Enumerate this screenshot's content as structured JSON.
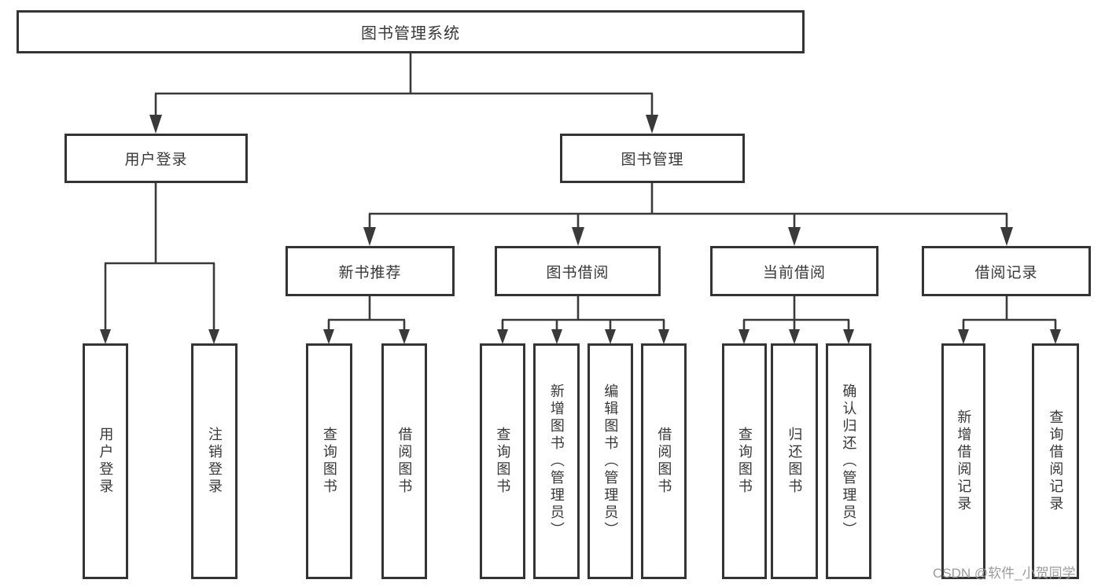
{
  "diagram": {
    "title": "图书管理系统",
    "type": "hierarchy-tree",
    "colors": {
      "line": "#3a3a3a",
      "box_border": "#343434",
      "box_fill": "#ffffff",
      "text": "#383838",
      "watermark": "#9b9b9b",
      "background": "#ffffff"
    },
    "root": {
      "label": "图书管理系统"
    },
    "level2": [
      {
        "label": "用户登录",
        "parent": "图书管理系统"
      },
      {
        "label": "图书管理",
        "parent": "图书管理系统"
      }
    ],
    "level3": [
      {
        "label": "新书推荐",
        "parent": "图书管理"
      },
      {
        "label": "图书借阅",
        "parent": "图书管理"
      },
      {
        "label": "当前借阅",
        "parent": "图书管理"
      },
      {
        "label": "借阅记录",
        "parent": "图书管理"
      }
    ],
    "leaves": [
      {
        "label": "用户登录",
        "parent": "用户登录"
      },
      {
        "label": "注销登录",
        "parent": "用户登录"
      },
      {
        "label": "查询图书",
        "parent": "新书推荐"
      },
      {
        "label": "借阅图书",
        "parent": "新书推荐"
      },
      {
        "label": "查询图书",
        "parent": "图书借阅"
      },
      {
        "label": "新增图书（管理员）",
        "parent": "图书借阅"
      },
      {
        "label": "编辑图书（管理员）",
        "parent": "图书借阅"
      },
      {
        "label": "借阅图书",
        "parent": "图书借阅"
      },
      {
        "label": "查询图书",
        "parent": "当前借阅"
      },
      {
        "label": "归还图书",
        "parent": "当前借阅"
      },
      {
        "label": "确认归还（管理员）",
        "parent": "当前借阅"
      },
      {
        "label": "新增借阅记录",
        "parent": "借阅记录"
      },
      {
        "label": "查询借阅记录",
        "parent": "借阅记录"
      }
    ],
    "watermark": "CSDN @软件_小贺同学"
  }
}
